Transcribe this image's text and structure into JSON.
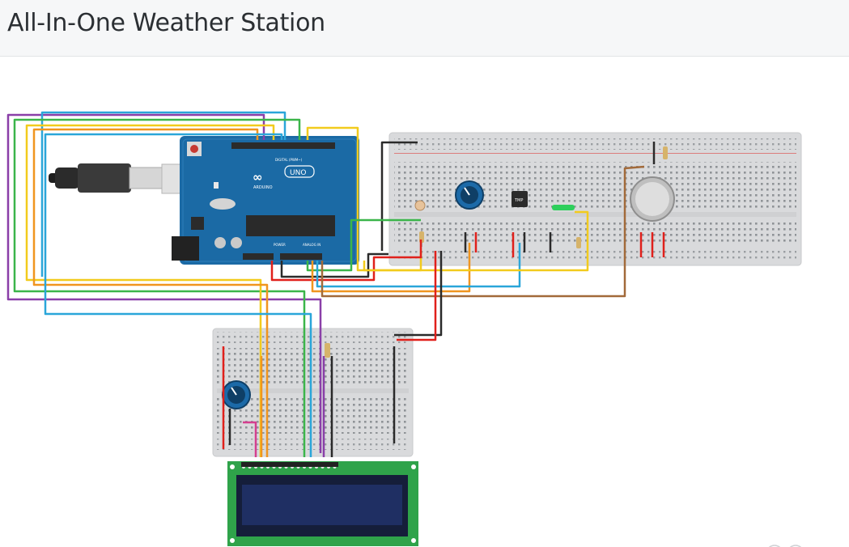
{
  "header": {
    "title": "All-In-One Weather Station"
  },
  "arduino": {
    "logo_text": "ARDUINO",
    "model_text": "UNO",
    "digital_label": "DIGITAL (PWM~)",
    "power_label": "POWER",
    "analog_label": "ANALOG IN"
  },
  "components": {
    "temp_sensor_label": "TMP"
  },
  "wire_colors": {
    "red": "#e0201b",
    "black": "#2a2a2a",
    "yellow": "#f2cb1d",
    "green": "#3bb54a",
    "blue": "#2aa6d9",
    "purple": "#8a3fa8",
    "orange": "#f0951f",
    "brown": "#a26a3a",
    "pink": "#d43f8f"
  },
  "icons": [
    "usb-cable-icon",
    "potentiometer-icon",
    "photoresistor-icon",
    "gas-sensor-icon",
    "tmp-sensor-icon",
    "lcd-display-icon"
  ]
}
